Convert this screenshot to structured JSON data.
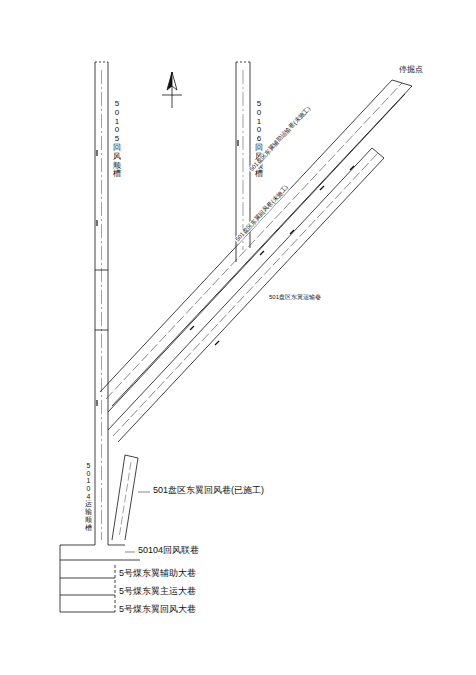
{
  "diagram": {
    "labels": [
      "停掘点",
      "50105回风顺槽",
      "50106回风顺槽",
      "501盘区东翼辅助运输巷(未施工)",
      "501盘区东翼回风巷(未施工)",
      "501盘区东翼运输巷",
      "501盘区东翼回风巷(已施工)",
      "50104运输顺槽",
      "50104回风联巷",
      "5号煤东翼辅助大巷",
      "5号煤东翼主运大巷",
      "5号煤东翼回风大巷"
    ]
  }
}
